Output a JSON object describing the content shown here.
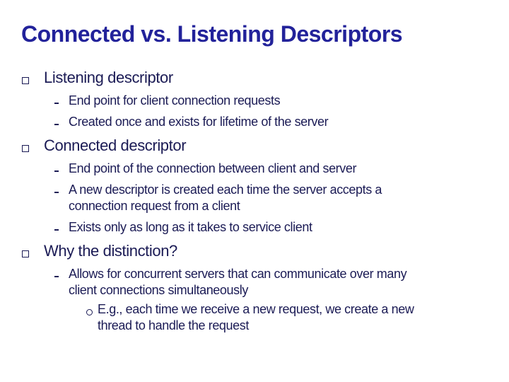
{
  "slide": {
    "title": "Connected vs. Listening Descriptors",
    "colors": {
      "background": "#FFFFFF",
      "title_text": "#22229A",
      "body_text": "#1B1B55"
    },
    "bullet_markers": {
      "level1": "hollow-square",
      "level2": "dash",
      "level3": "hollow-circle"
    },
    "sections": [
      {
        "heading": "Listening descriptor",
        "items": [
          {
            "lines": [
              "End point for client connection requests"
            ]
          },
          {
            "lines": [
              "Created once and exists for lifetime of the server"
            ]
          }
        ]
      },
      {
        "heading": "Connected descriptor",
        "items": [
          {
            "lines": [
              "End point of the connection between client and server"
            ]
          },
          {
            "lines": [
              "A new descriptor is created each time the server accepts a",
              "connection request from a client"
            ]
          },
          {
            "lines": [
              "Exists only as long as it takes to service client"
            ]
          }
        ]
      },
      {
        "heading": "Why the distinction?",
        "items": [
          {
            "lines": [
              "Allows for concurrent servers that can communicate over many",
              "client connections simultaneously"
            ]
          },
          {
            "level": 3,
            "lines": [
              "E.g., each time we receive a new request, we create a new",
              "thread to handle the request"
            ]
          }
        ]
      }
    ]
  }
}
